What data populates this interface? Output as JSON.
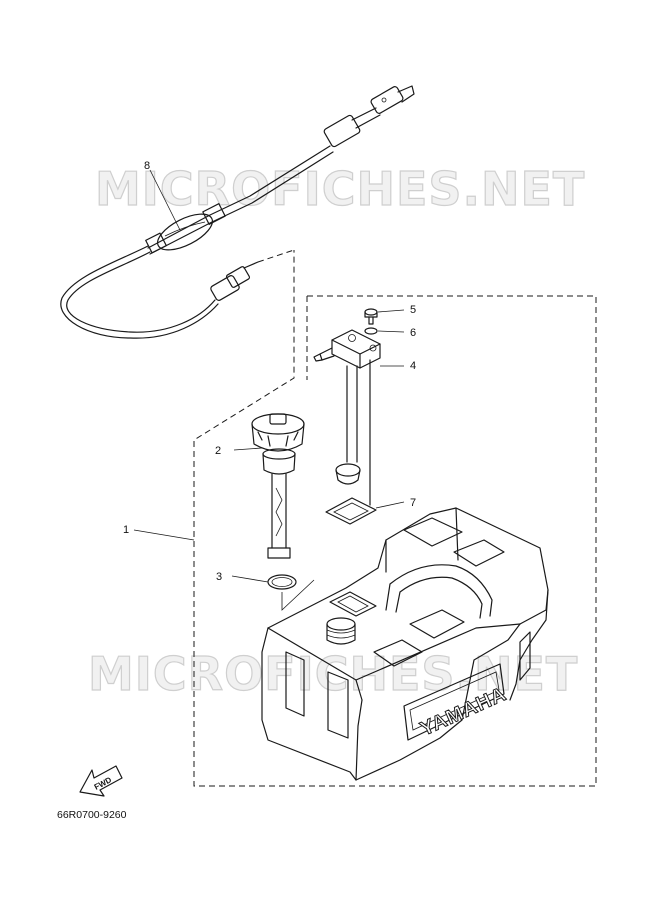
{
  "watermark": "MICROFICHES.NET",
  "part_code": "66R0700-9260",
  "brand_mark": "YAMAHA",
  "fwd_label": "FWD",
  "callouts": [
    {
      "n": "1"
    },
    {
      "n": "2"
    },
    {
      "n": "3"
    },
    {
      "n": "4"
    },
    {
      "n": "5"
    },
    {
      "n": "6"
    },
    {
      "n": "7"
    },
    {
      "n": "8"
    }
  ]
}
